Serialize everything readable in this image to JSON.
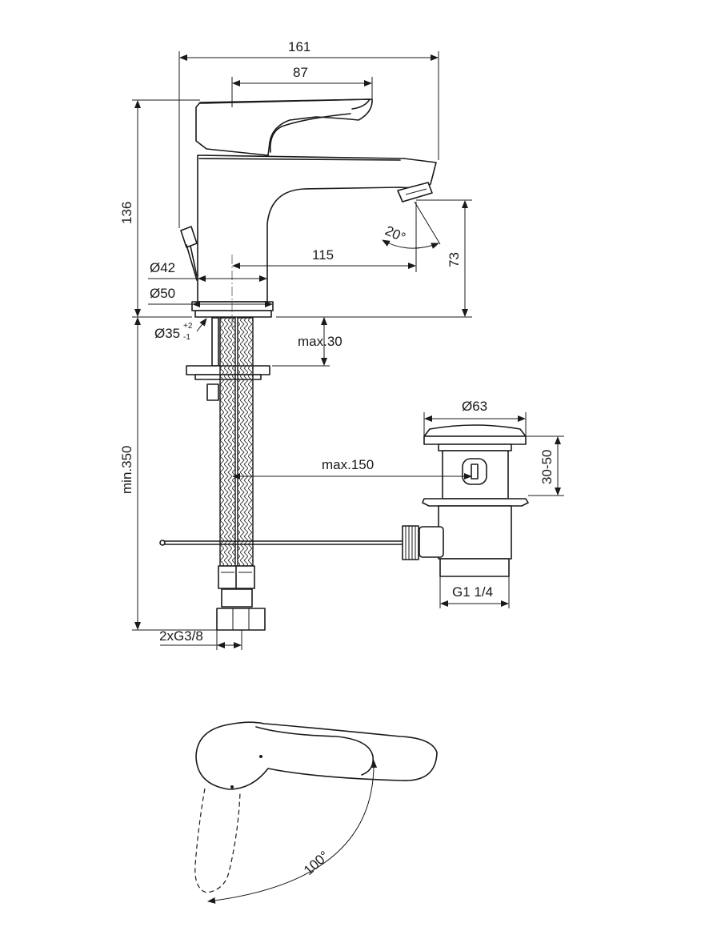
{
  "dimensions": {
    "width_161": "161",
    "width_87": "87",
    "height_136": "136",
    "reach_115": "115",
    "dia_42": "Ø42",
    "dia_50": "Ø50",
    "dia_35": "Ø35",
    "tol_plus": "+2",
    "tol_minus": "-1",
    "angle_20": "20°",
    "height_73": "73",
    "max_30": "max.30",
    "min_350": "min.350",
    "dia_63": "Ø63",
    "range_30_50": "30-50",
    "max_150": "max.150",
    "thread_g114": "G1 1/4",
    "thread_g38": "2xG3/8",
    "angle_100": "100°"
  },
  "colors": {
    "line": "#1a1a1a",
    "background": "#ffffff"
  }
}
